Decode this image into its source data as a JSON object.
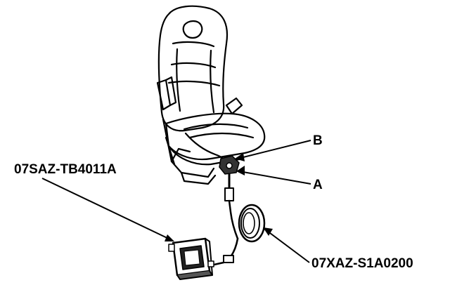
{
  "labels": {
    "tool_left": "07SAZ-TB4011A",
    "tool_right": "07XAZ-S1A0200",
    "point_b": "B",
    "point_a": "A"
  },
  "colors": {
    "ink": "#000000",
    "paper": "#ffffff"
  },
  "icons": {
    "seat": "seat-illustration",
    "tester": "tester-box-illustration",
    "cable": "coiled-cable-illustration"
  }
}
